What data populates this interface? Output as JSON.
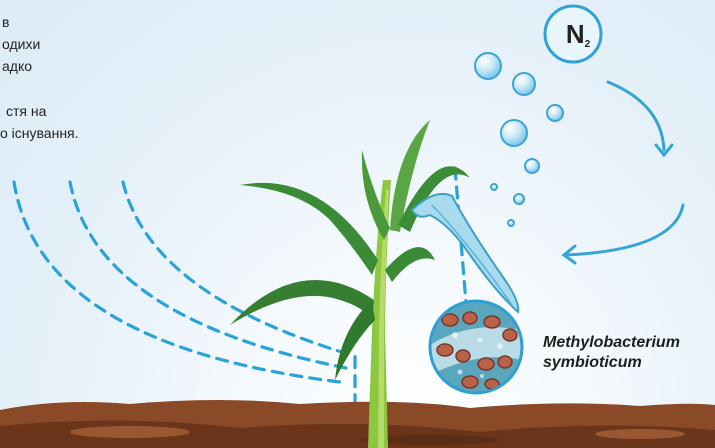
{
  "intro_text": {
    "lines": [
      "в",
      "одихи",
      "адко",
      "стя на",
      "о існування."
    ]
  },
  "molecule": {
    "symbol": "N",
    "subscript": "2"
  },
  "bacterium": {
    "genus": "Methylobacterium",
    "species": "symbioticum"
  },
  "colors": {
    "accent_blue": "#3aa8d8",
    "bubble": "#aedcf3",
    "leaf_green": "#3f8f3a",
    "stem_green": "#8dc63f",
    "soil": "#7a4022"
  }
}
